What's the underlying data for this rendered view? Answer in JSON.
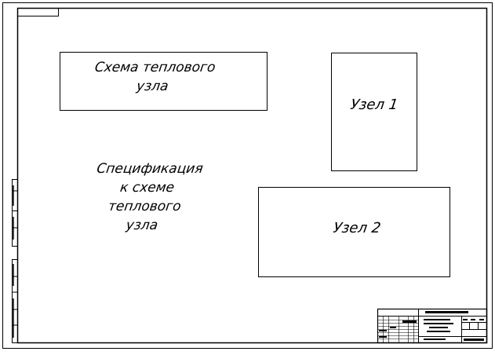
{
  "drawing": {
    "scheme_label": [
      "Схема теплового",
      "узла"
    ],
    "spec_label": [
      "Спецификация",
      "к схеме",
      "теплового",
      "узла"
    ],
    "node1_label": "Узел 1",
    "node2_label": "Узел 2"
  },
  "colors": {
    "line": "#000000",
    "background": "#ffffff"
  }
}
